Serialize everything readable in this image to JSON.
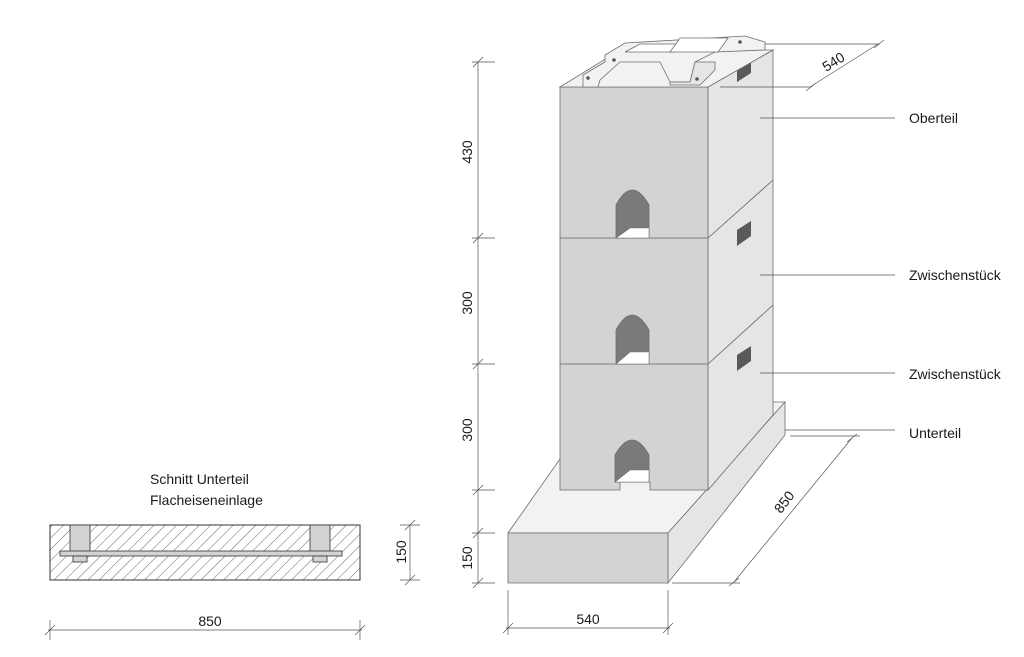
{
  "section": {
    "title_line1": "Schnitt Unterteil",
    "title_line2": "Flacheiseneinlage",
    "dim_height": "150",
    "dim_width": "850"
  },
  "labels": {
    "oberteil": "Oberteil",
    "zwischenstueck_1": "Zwischenstück",
    "zwischenstueck_2": "Zwischenstück",
    "unterteil": "Unterteil"
  },
  "dimensions": {
    "top_depth": "540",
    "height_oberteil": "430",
    "height_zwischen_1": "300",
    "height_zwischen_2": "300",
    "height_unterteil": "150",
    "base_width": "540",
    "base_depth": "850"
  },
  "colors": {
    "front": "#d3d3d6",
    "side": "#e5e5e7",
    "top": "#f2f2f3",
    "line": "#6e6e6e"
  }
}
